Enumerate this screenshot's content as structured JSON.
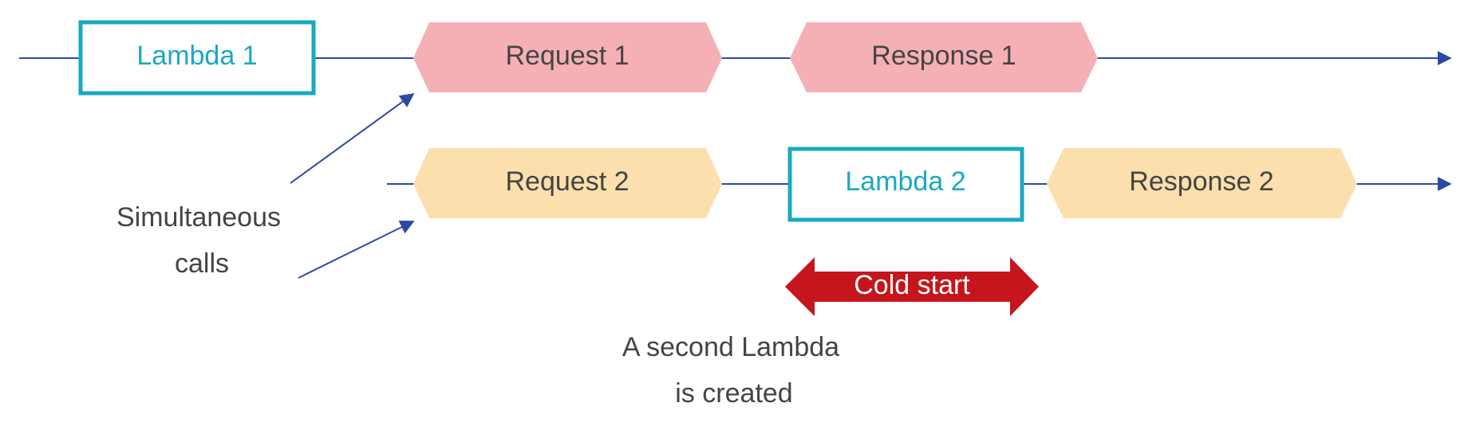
{
  "colors": {
    "line": "#2b4aa3",
    "lambda": "#19a9c1",
    "request_response_1": "#f5b0b5",
    "request_response_2": "#fbdfad",
    "text": "#444444",
    "cold_start_arrow": "#c4161c",
    "cold_start_text": "#ffffff"
  },
  "row1": {
    "lambda": "Lambda 1",
    "request": "Request 1",
    "response": "Response 1"
  },
  "row2": {
    "request": "Request 2",
    "lambda": "Lambda 2",
    "response": "Response 2"
  },
  "annotations": {
    "simultaneous_line1": "Simultaneous",
    "simultaneous_line2": "calls",
    "cold_start": "Cold start",
    "second_lambda_line1": "A second Lambda",
    "second_lambda_line2": "is created"
  },
  "icons": {
    "timeline_arrow": "arrow-right-icon",
    "pointer_arrow": "arrow-up-right-icon",
    "cold_start_arrow": "double-arrow-icon"
  }
}
